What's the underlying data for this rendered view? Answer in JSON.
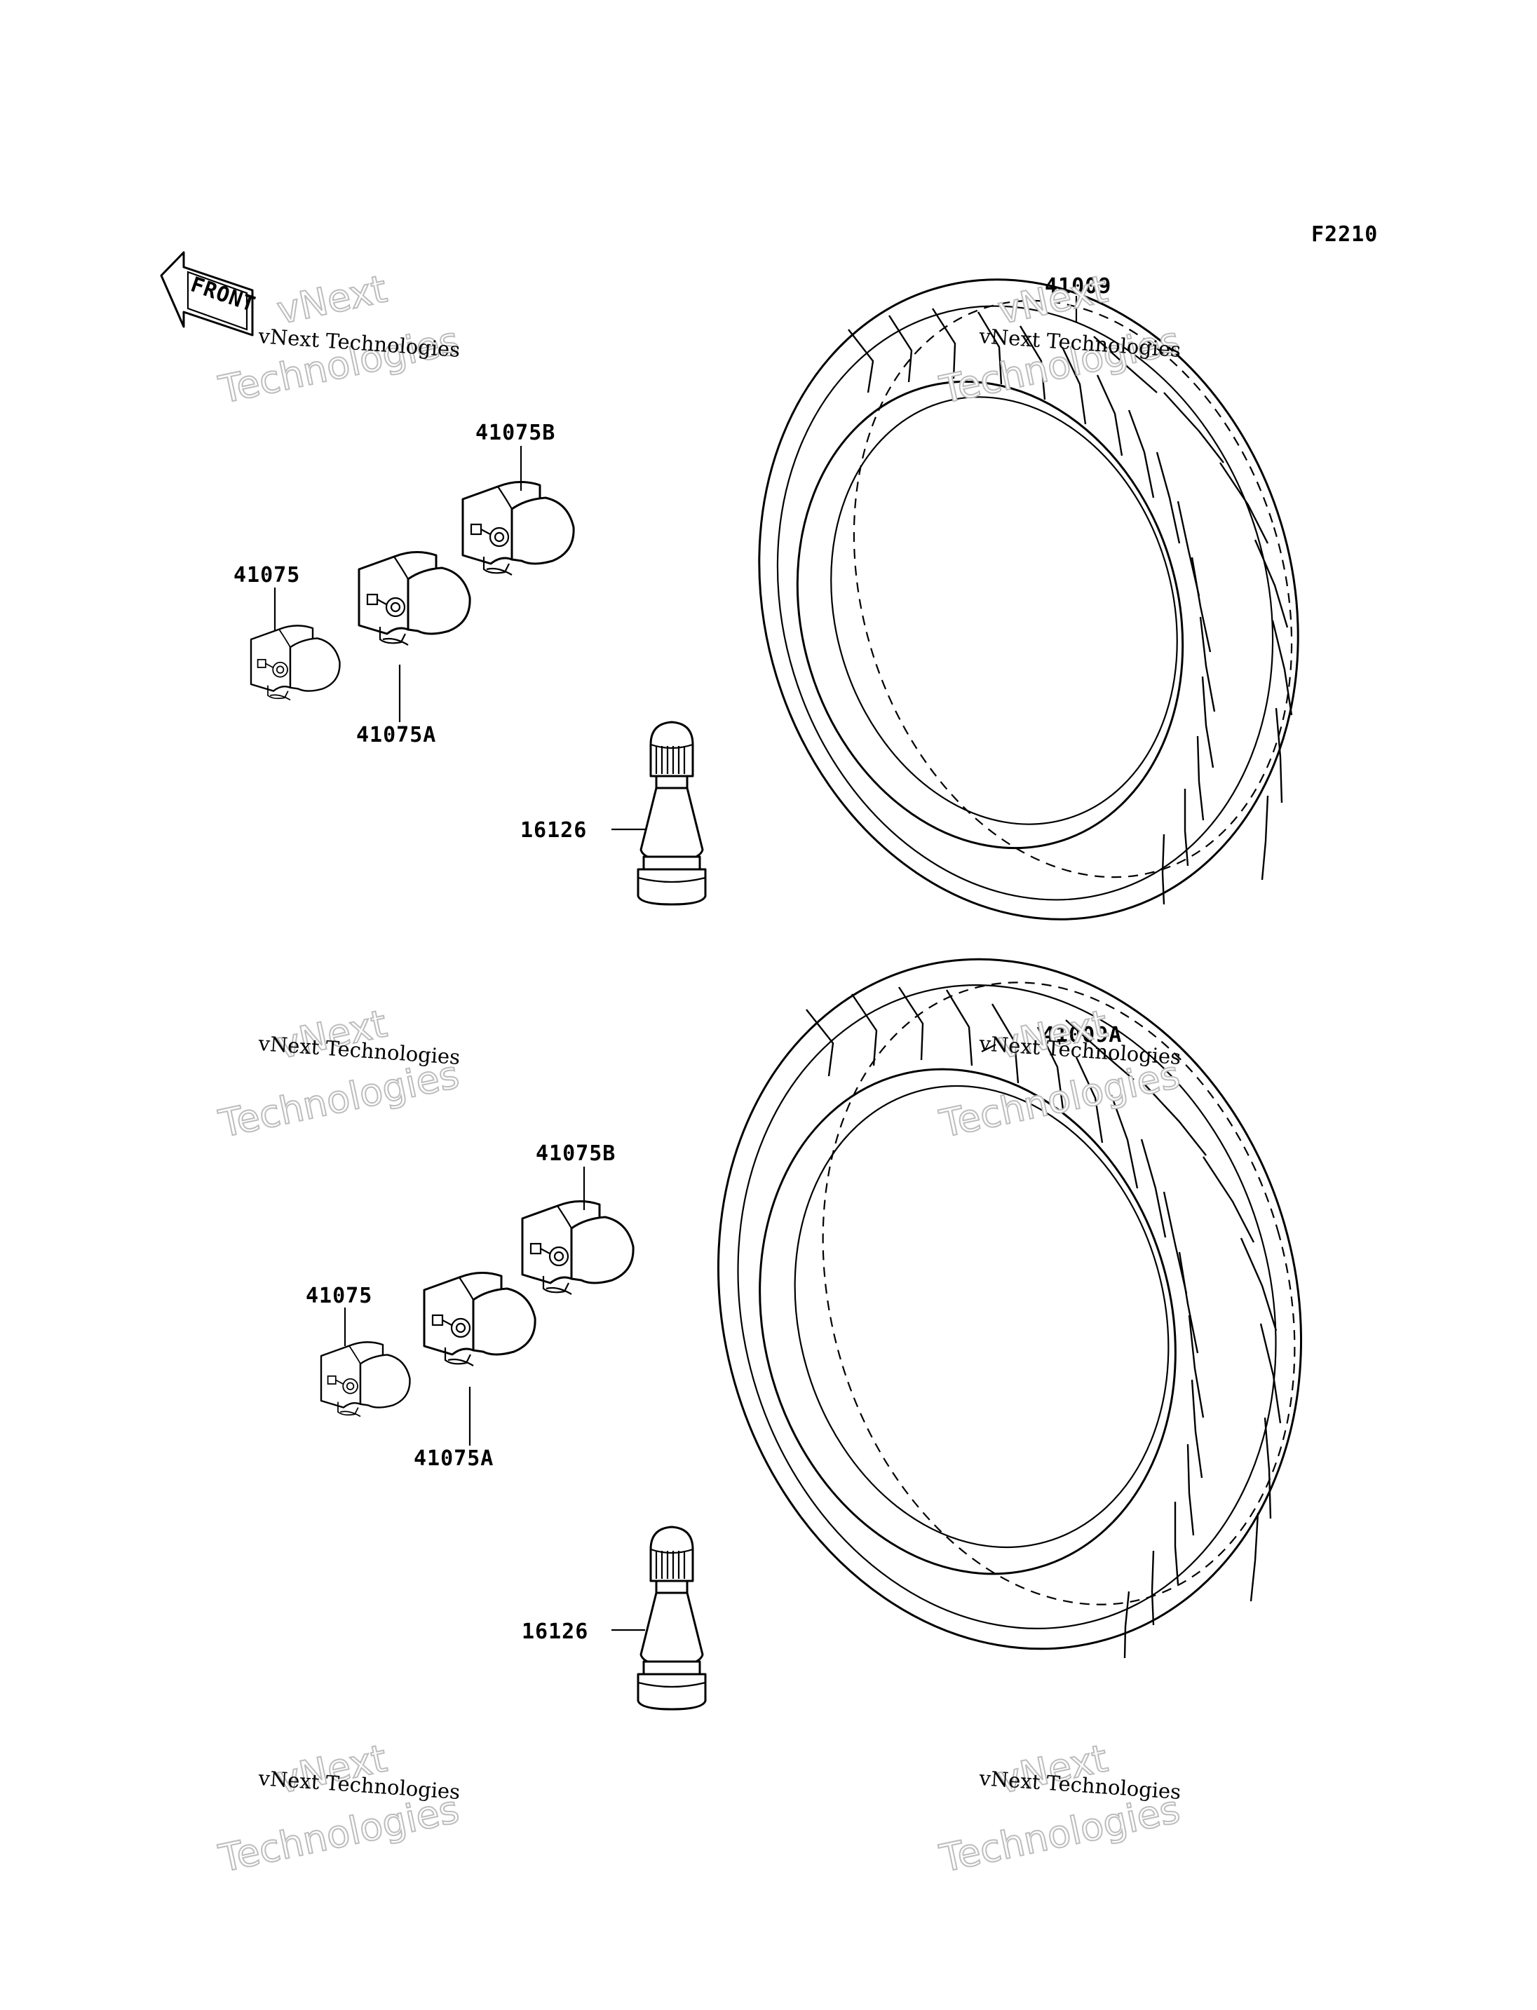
{
  "figure_code": "F2210",
  "front_label": "FRONT",
  "watermark": {
    "line1": "vNext Technologies",
    "big1": "vNext",
    "big2": "Technologies"
  },
  "groups": [
    {
      "tire_label": "41009",
      "weight_b_label": "41075B",
      "weight_label": "41075",
      "weight_a_label": "41075A",
      "valve_label": "16126"
    },
    {
      "tire_label": "41009A",
      "weight_b_label": "41075B",
      "weight_label": "41075",
      "weight_a_label": "41075A",
      "valve_label": "16126"
    }
  ]
}
